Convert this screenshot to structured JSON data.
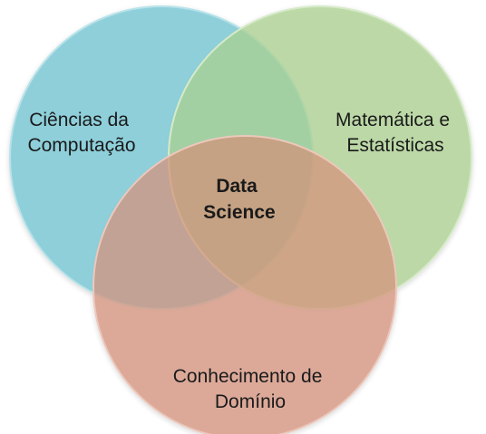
{
  "diagram": {
    "circles": [
      {
        "id": "computer-science",
        "line1": "Ciências da",
        "line2": "Computação",
        "fill": "#6ec3d2",
        "stroke": "#b9e3ea"
      },
      {
        "id": "math-stats",
        "line1": "Matemática e",
        "line2": "Estatísticas",
        "fill": "#a9d08e",
        "stroke": "#d6eac8"
      },
      {
        "id": "domain-knowledge",
        "line1": "Conhecimento de",
        "line2": "Domínio",
        "fill": "#d6927a",
        "stroke": "#ecc8bc"
      }
    ],
    "center": {
      "line1": "Data",
      "line2": "Science"
    }
  }
}
